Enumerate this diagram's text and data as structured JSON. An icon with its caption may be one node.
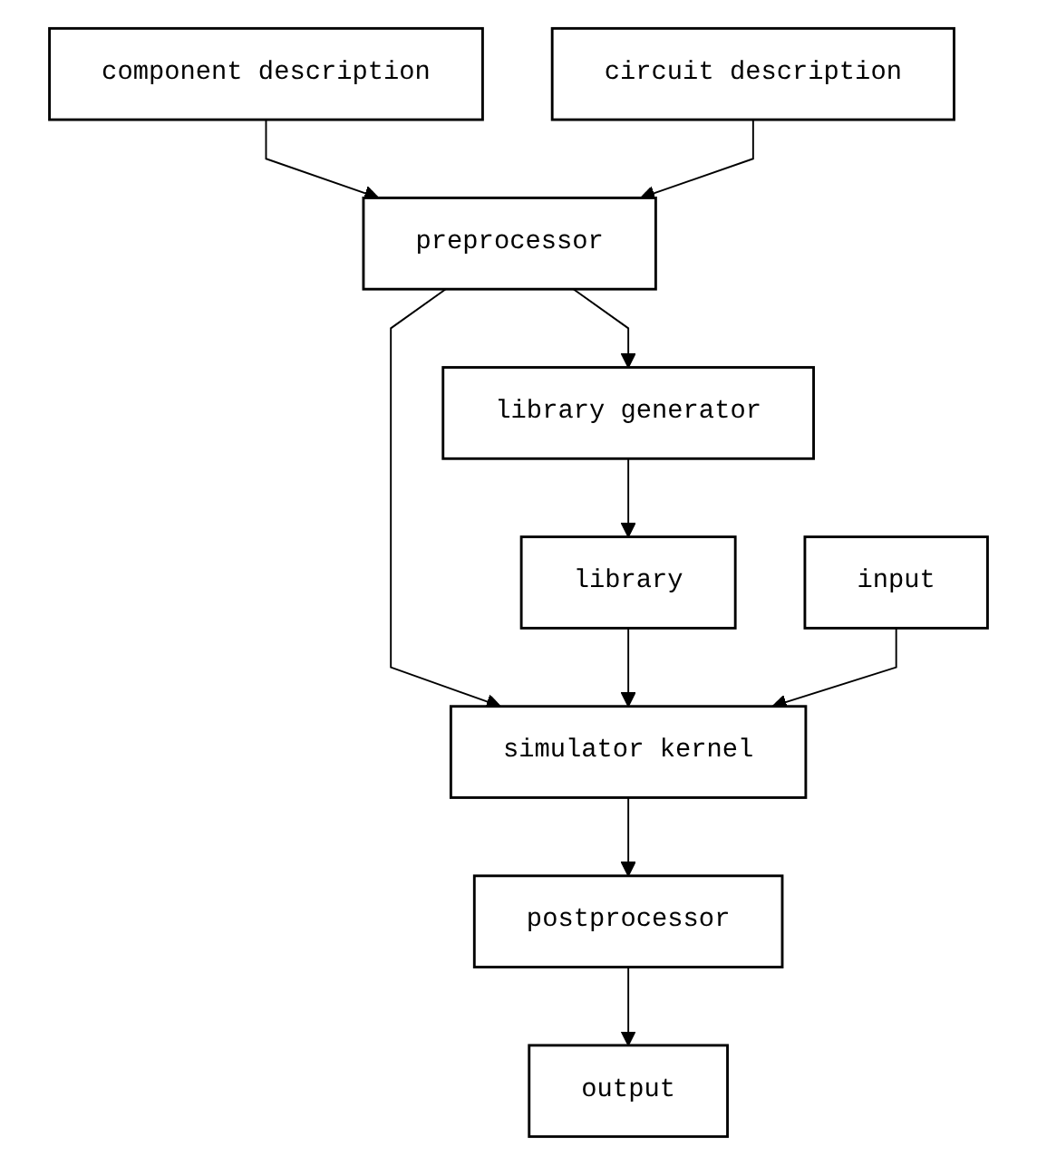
{
  "diagram": {
    "nodes": [
      {
        "text": [
          "component description"
        ]
      },
      {
        "text": [
          "circuit description"
        ]
      },
      {
        "text": [
          "library generator"
        ]
      },
      {
        "text": [
          "preprocessor"
        ]
      },
      {
        "text": [
          "library"
        ]
      },
      {
        "text": [
          "simulator kernel"
        ]
      },
      {
        "text": [
          "input"
        ]
      },
      {
        "text": [
          "postprocessor"
        ]
      },
      {
        "text": [
          "output"
        ]
      }
    ],
    "edges": [
      {
        "from": 0,
        "to": 3,
        "arrow": "to"
      },
      {
        "from": 1,
        "to": 3,
        "arrow": "to"
      },
      {
        "from": 3,
        "to": 2,
        "arrow": "to"
      },
      {
        "from": 2,
        "to": 4,
        "arrow": "to"
      },
      {
        "from": 3,
        "to": 5,
        "arrow": "to"
      },
      {
        "from": 4,
        "to": 5,
        "arrow": "to"
      },
      {
        "from": 6,
        "to": 5,
        "arrow": "to"
      },
      {
        "from": 5,
        "to": 7,
        "arrow": "to"
      },
      {
        "from": 7,
        "to": 8,
        "arrow": "to"
      }
    ]
  }
}
